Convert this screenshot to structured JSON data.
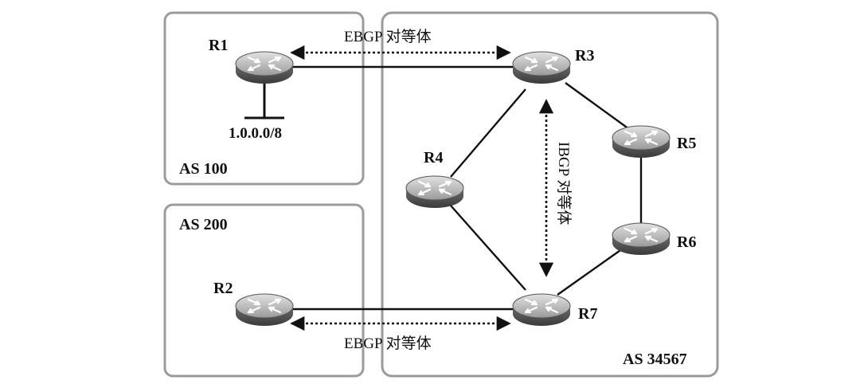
{
  "as_boxes": [
    {
      "id": "as100",
      "label": "AS 100"
    },
    {
      "id": "as200",
      "label": "AS 200"
    },
    {
      "id": "as34567",
      "label": "AS 34567"
    }
  ],
  "routers": [
    {
      "id": "r1",
      "label": "R1"
    },
    {
      "id": "r2",
      "label": "R2"
    },
    {
      "id": "r3",
      "label": "R3"
    },
    {
      "id": "r4",
      "label": "R4"
    },
    {
      "id": "r5",
      "label": "R5"
    },
    {
      "id": "r6",
      "label": "R6"
    },
    {
      "id": "r7",
      "label": "R7"
    }
  ],
  "links": [
    {
      "from": "r1",
      "to": "r3"
    },
    {
      "from": "r3",
      "to": "r4"
    },
    {
      "from": "r3",
      "to": "r5"
    },
    {
      "from": "r5",
      "to": "r6"
    },
    {
      "from": "r6",
      "to": "r7"
    },
    {
      "from": "r4",
      "to": "r7"
    },
    {
      "from": "r2",
      "to": "r7"
    }
  ],
  "peerings": {
    "ebgp_top": "EBGP 对等体",
    "ebgp_bottom": "EBGP 对等体",
    "ibgp": "IBGP 对等体"
  },
  "network": {
    "prefix": "1.0.0.0/8"
  }
}
